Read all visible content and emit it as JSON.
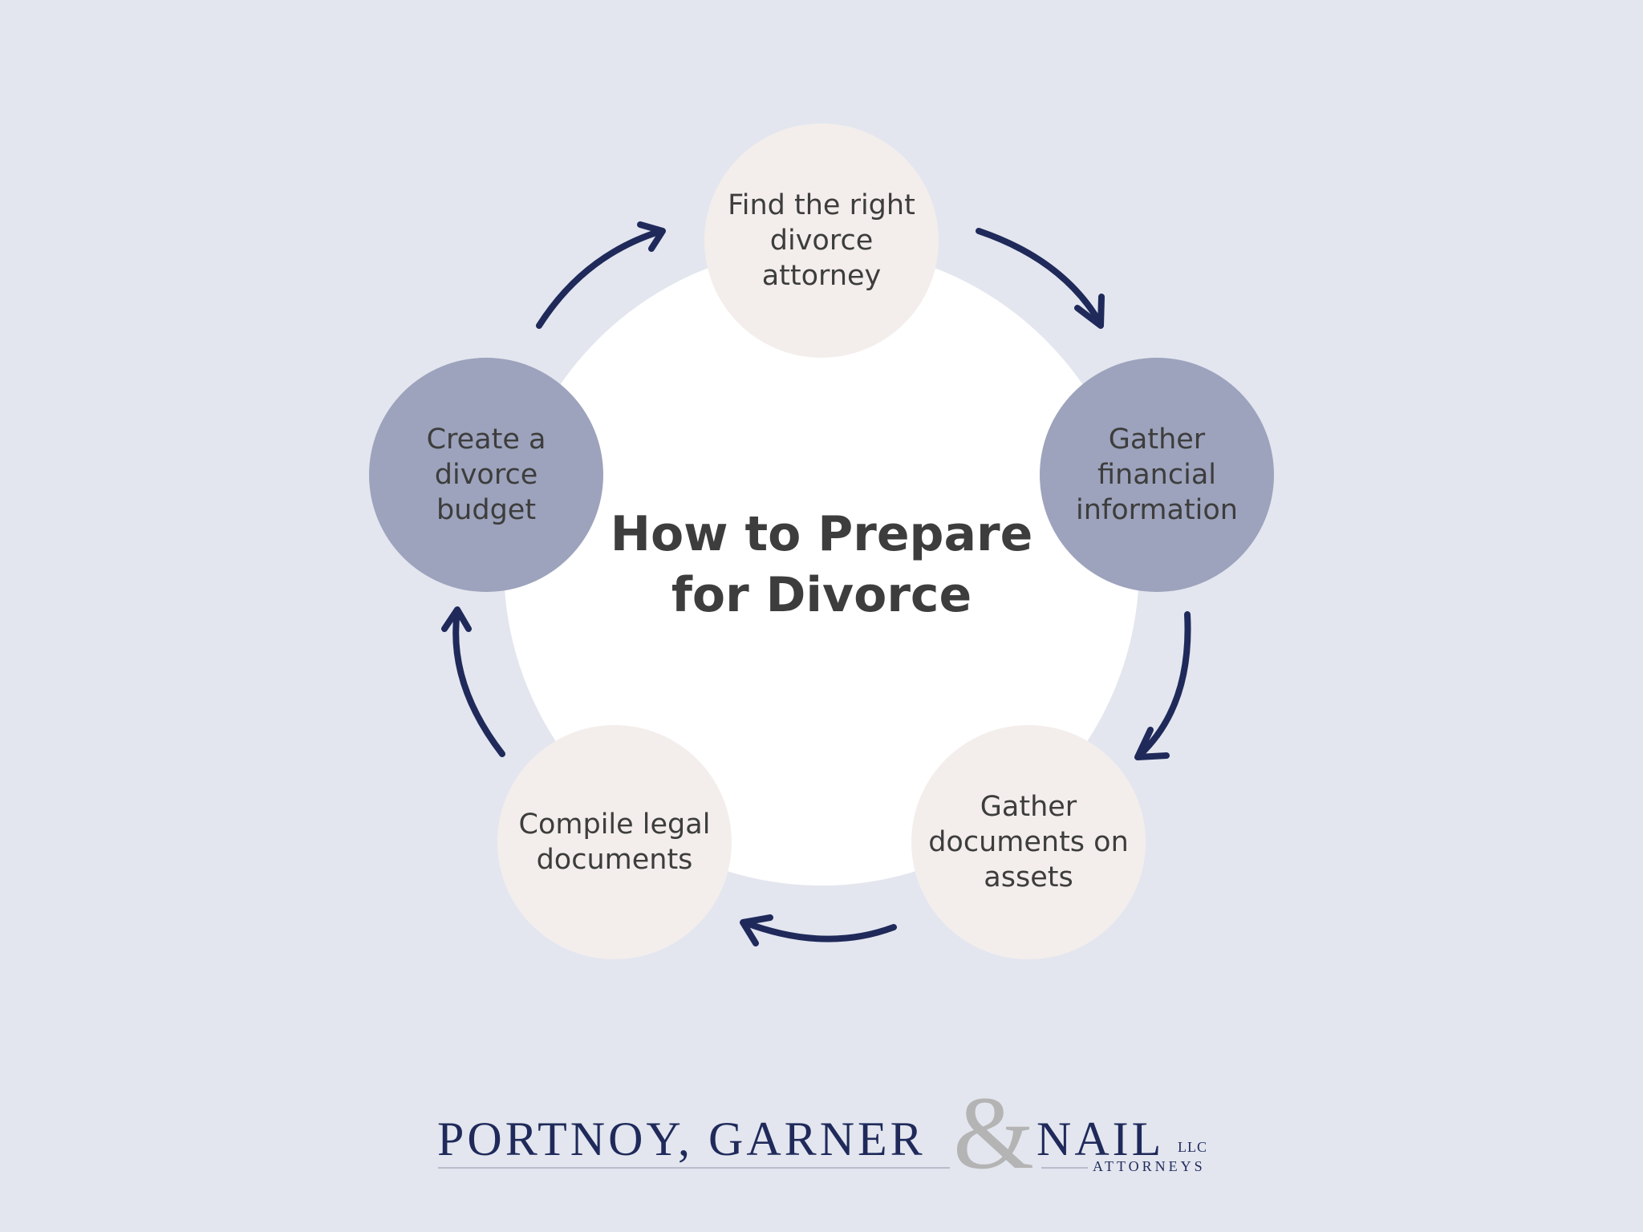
{
  "diagram": {
    "title": "How to Prepare\nfor Divorce",
    "steps": [
      {
        "label": "Find the right\ndivorce\nattorney",
        "style": "light"
      },
      {
        "label": "Gather\nfinancial\ninformation",
        "style": "dark"
      },
      {
        "label": "Gather\ndocuments on\nassets",
        "style": "light"
      },
      {
        "label": "Compile legal\ndocuments",
        "style": "light"
      },
      {
        "label": "Create a\ndivorce\nbudget",
        "style": "dark"
      }
    ],
    "flow": "clockwise"
  },
  "logo": {
    "name_left": "PORTNOY, GARNER",
    "ampersand": "&",
    "name_right": "NAIL",
    "suffix": "LLC",
    "tagline": "ATTORNEYS"
  },
  "colors": {
    "background": "#e3e6ef",
    "center_disc": "#ffffff",
    "light_node": "#f3eeec",
    "dark_node": "#9da3bc",
    "arrow": "#1f2a5a",
    "text": "#3d3d3d",
    "brand_navy": "#1f2a5a",
    "ampersand_gray": "#b4b4b4"
  }
}
